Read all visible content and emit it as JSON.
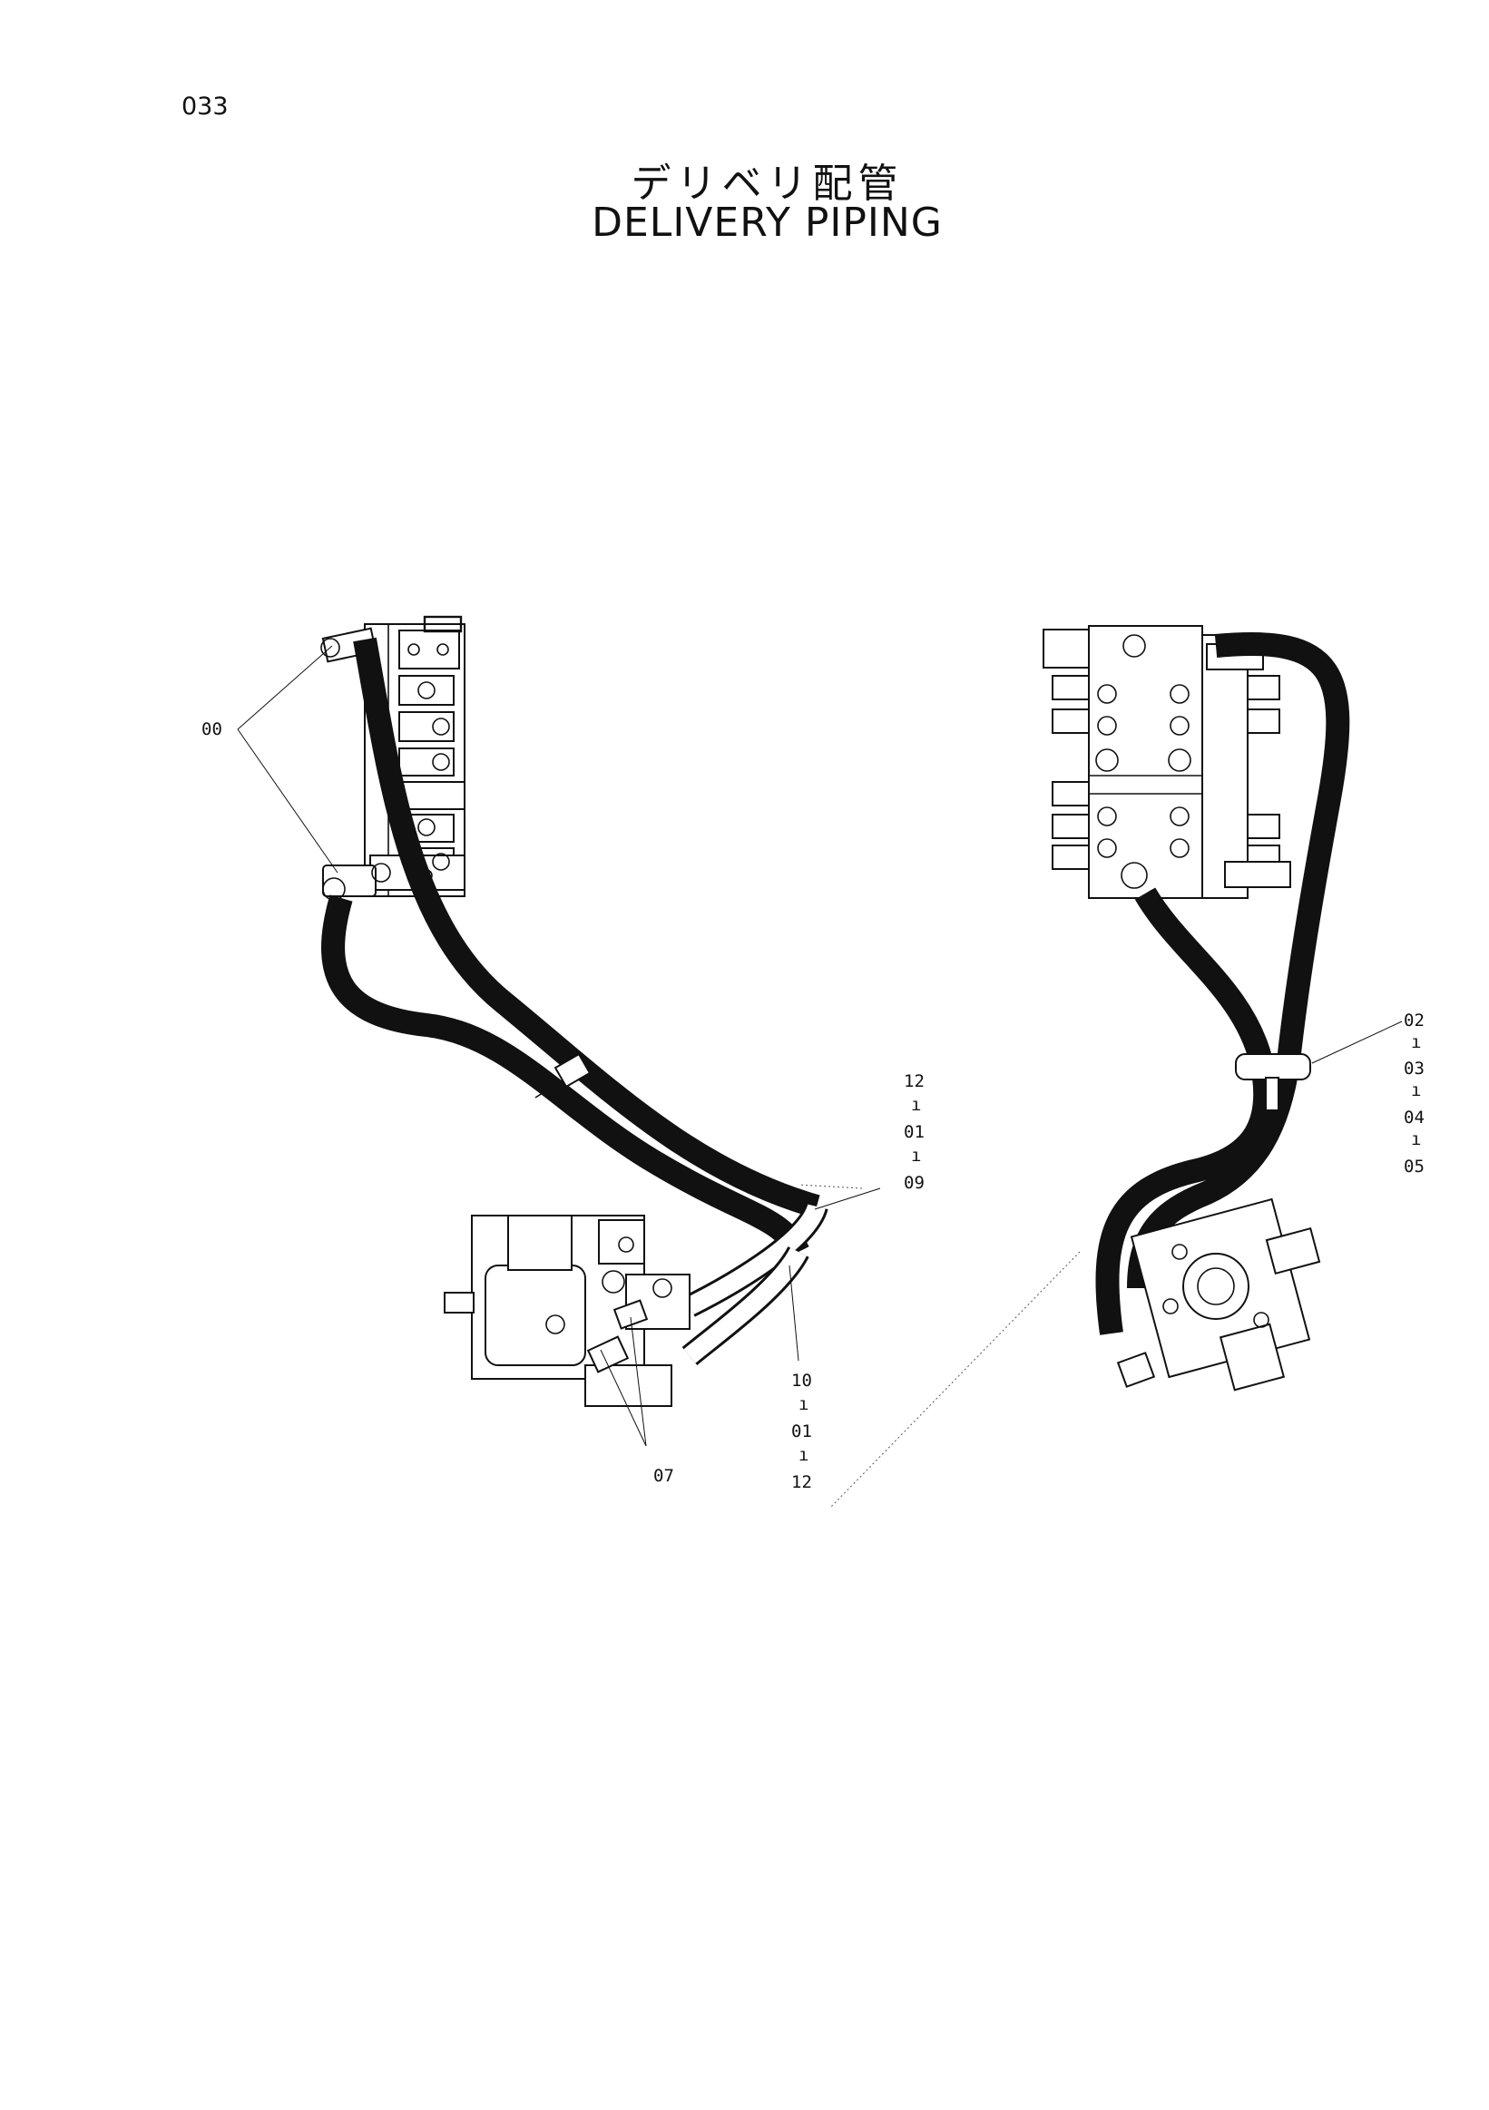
{
  "page": {
    "number": "033",
    "title_ja": "デリベリ配管",
    "title_en": "DELIVERY  PIPING"
  },
  "callouts": {
    "left_top": "00",
    "left_pump": "07",
    "left_upper_stack": [
      "12",
      "01",
      "09"
    ],
    "left_lower_stack": [
      "10",
      "01",
      "12"
    ],
    "right_stack": [
      "02",
      "03",
      "04",
      "05"
    ]
  }
}
